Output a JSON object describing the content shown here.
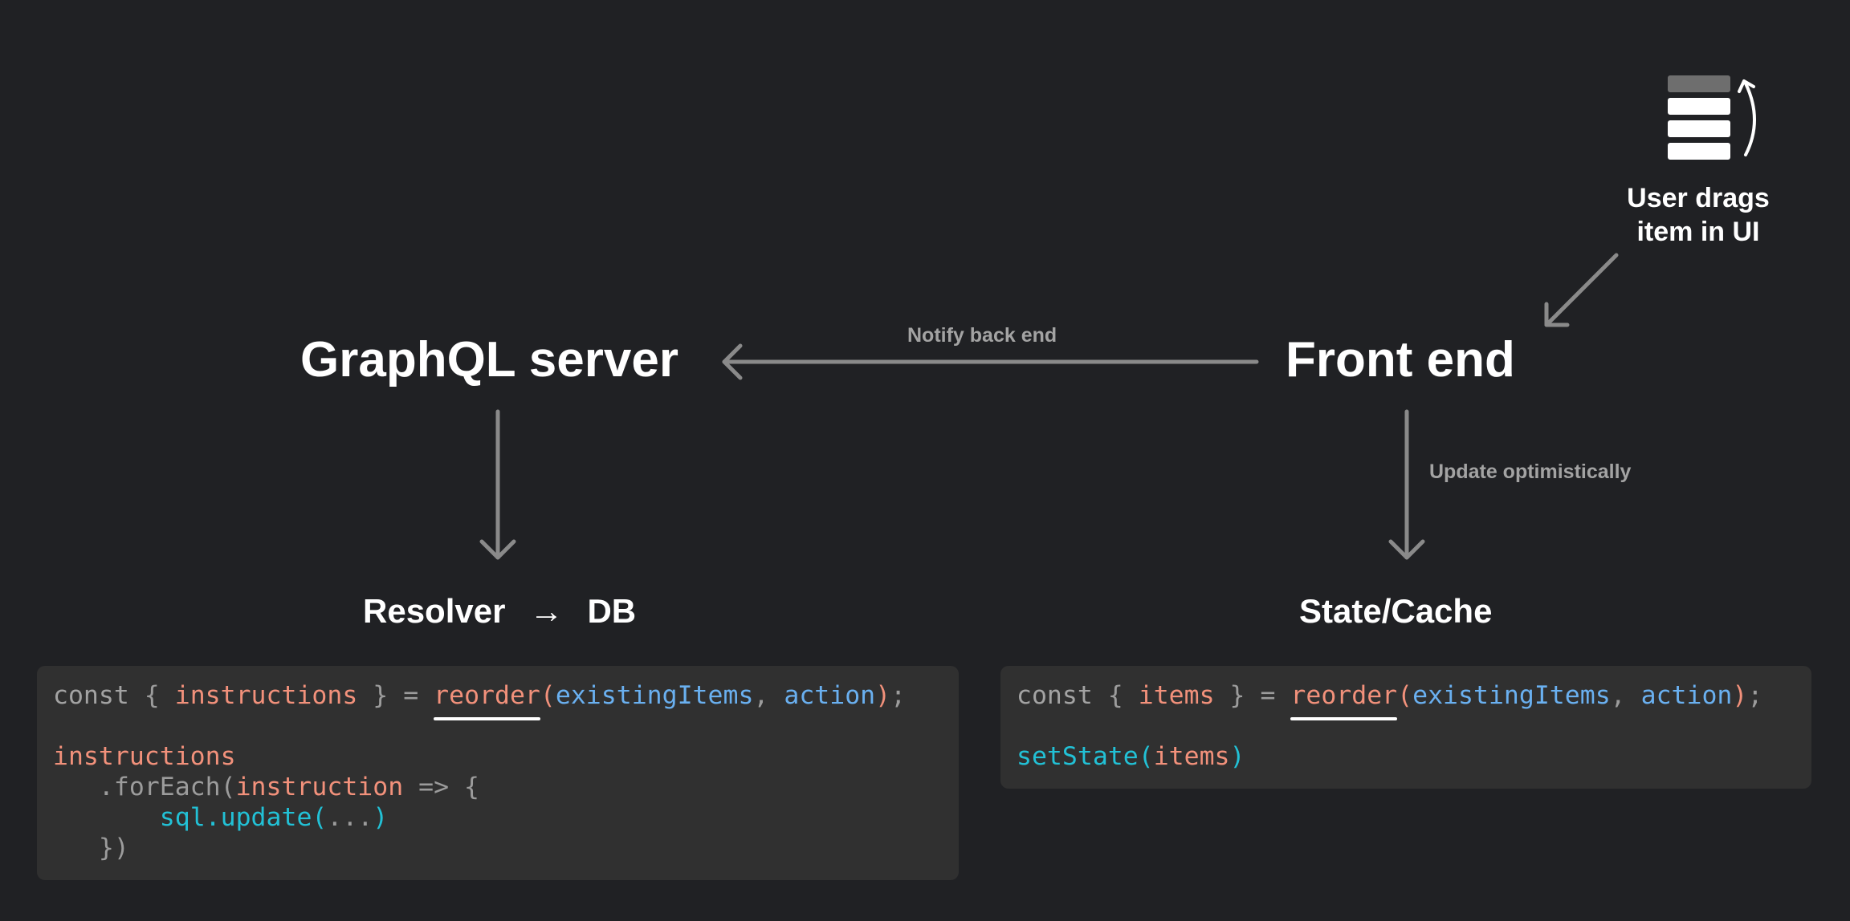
{
  "nodes": {
    "graphql_server": "GraphQL server",
    "front_end": "Front end",
    "resolver": "Resolver",
    "resolver_arrow": "→",
    "db": "DB",
    "state_cache": "State/Cache"
  },
  "edges": {
    "notify": "Notify back end",
    "update": "Update optimistically"
  },
  "user_note": {
    "line1": "User drags",
    "line2": "item in UI",
    "icon": "stacked-list-reorder-icon"
  },
  "code_left": {
    "l1_const": "const",
    "l1_open": " { ",
    "l1_var": "instructions",
    "l1_close": " } = ",
    "l1_fn": "reorder",
    "l1_paren": "(",
    "l1_arg1": "existingItems",
    "l1_comma": ", ",
    "l1_arg2": "action",
    "l1_end_paren": ")",
    "l1_semi": ";",
    "l3": "instructions",
    "l4_pre": "   .forEach(",
    "l4_var": "instruction",
    "l4_post": " => {",
    "l5_pre": "       ",
    "l5_call": "sql.update(",
    "l5_dots": "...",
    "l5_end": ")",
    "l6": "   })"
  },
  "code_right": {
    "l1_const": "const",
    "l1_open": " { ",
    "l1_var": "items",
    "l1_close": " } = ",
    "l1_fn": "reorder",
    "l1_paren": "(",
    "l1_arg1": "existingItems",
    "l1_comma": ", ",
    "l1_arg2": "action",
    "l1_end_paren": ")",
    "l1_semi": ";",
    "l3_call": "setState(",
    "l3_var": "items",
    "l3_end": ")"
  },
  "colors": {
    "background": "#202124",
    "panel": "#303030",
    "arrow": "#8a8a8a",
    "salmon": "#f2917b",
    "blue": "#6ab0f0",
    "cyan": "#22c1d6"
  }
}
